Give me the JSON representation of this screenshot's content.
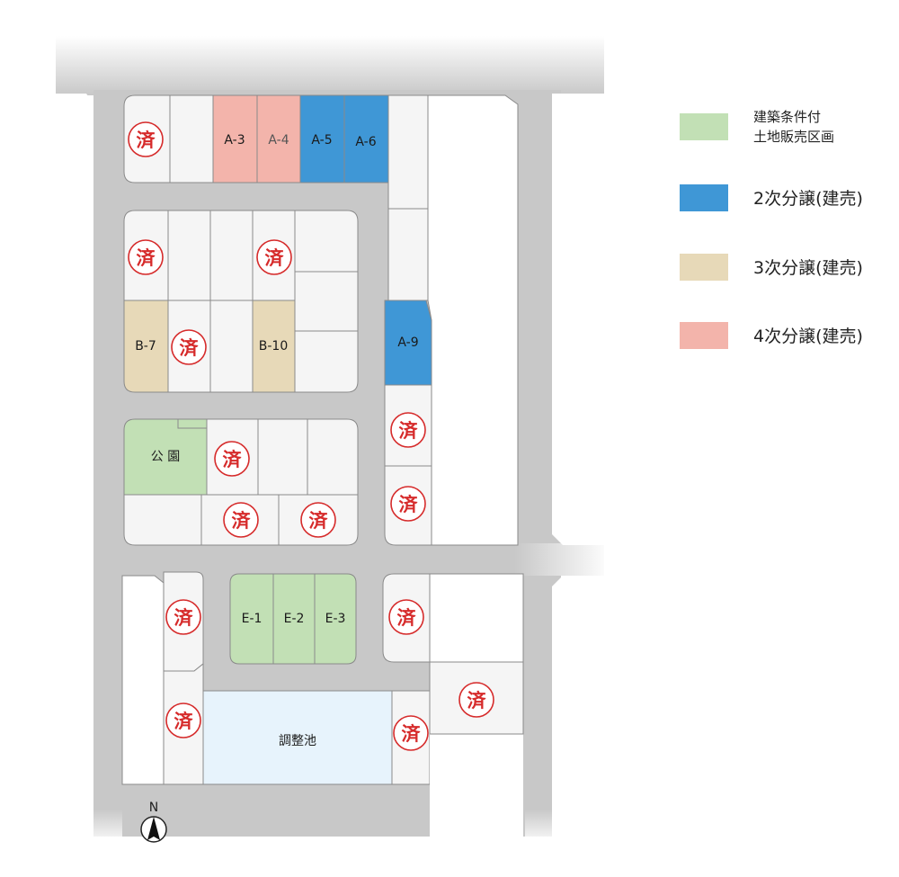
{
  "map": {
    "north_label": "N",
    "sold_mark": "済",
    "colors": {
      "road": "#c8c8c8",
      "lot": "#f5f5f5",
      "lot_stroke": "#8a8a8a",
      "green": "#c2e0b5",
      "blue": "#3f97d6",
      "tan": "#e7d9b8",
      "pink": "#f3b4ab",
      "pond": "#e7f3fc",
      "sold_red": "#d62b2b"
    },
    "named_lots": {
      "a3": "A-3",
      "a4": "A-4",
      "a5": "A-5",
      "a6": "A-6",
      "a9": "A-9",
      "b7": "B-7",
      "b10": "B-10",
      "park": "公 園",
      "e1": "E-1",
      "e2": "E-2",
      "e3": "E-3",
      "pond": "調整池"
    }
  },
  "legend": [
    {
      "label_lines": [
        "建築条件付",
        "土地販売区画"
      ],
      "color": "#c2e0b5"
    },
    {
      "label_lines": [
        "2次分譲(建売)"
      ],
      "color": "#3f97d6"
    },
    {
      "label_lines": [
        "3次分譲(建売)"
      ],
      "color": "#e7d9b8"
    },
    {
      "label_lines": [
        "4次分譲(建売)"
      ],
      "color": "#f3b4ab"
    }
  ]
}
